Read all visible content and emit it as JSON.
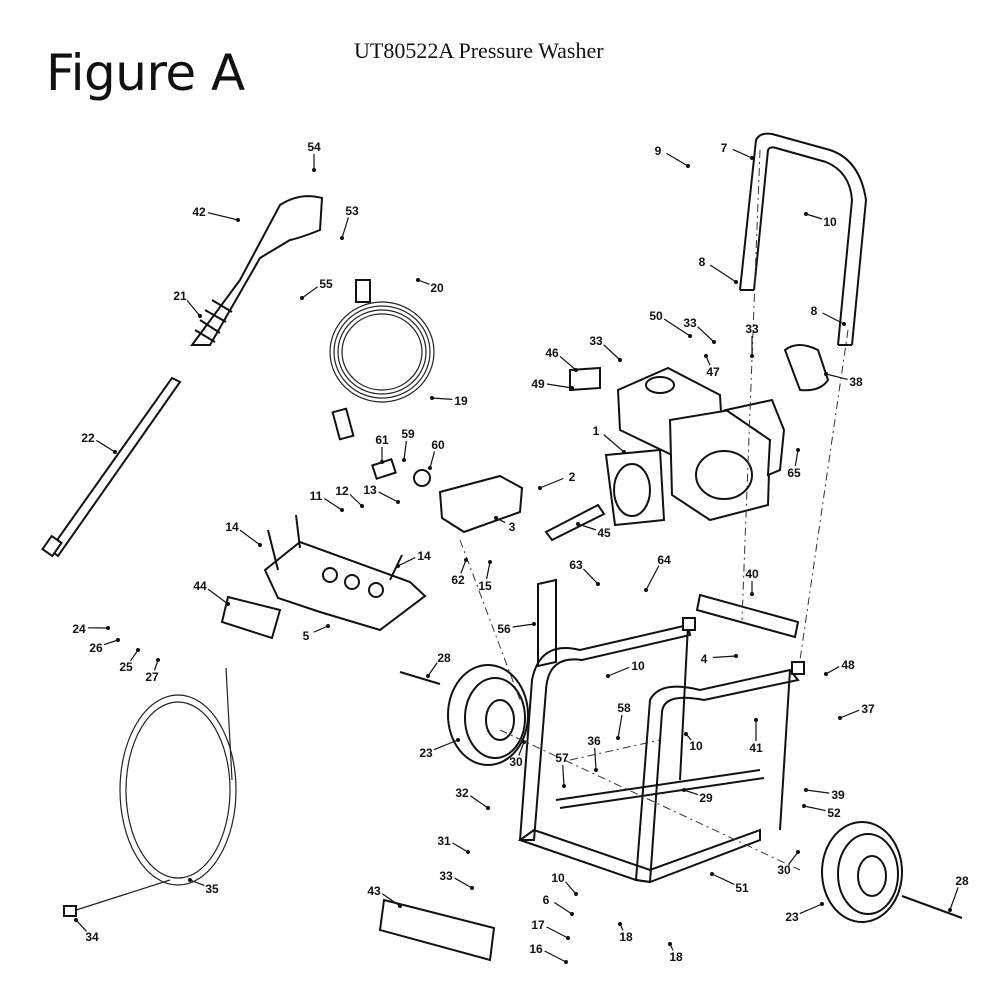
{
  "figure_label": "Figure A",
  "title": "UT80522A Pressure Washer",
  "callouts": [
    {
      "id": "c-54",
      "label": "54"
    },
    {
      "id": "c-42",
      "label": "42"
    },
    {
      "id": "c-53",
      "label": "53"
    },
    {
      "id": "c-20",
      "label": "20"
    },
    {
      "id": "c-21",
      "label": "21"
    },
    {
      "id": "c-55",
      "label": "55"
    },
    {
      "id": "c-19",
      "label": "19"
    },
    {
      "id": "c-22",
      "label": "22"
    },
    {
      "id": "c-61",
      "label": "61"
    },
    {
      "id": "c-59",
      "label": "59"
    },
    {
      "id": "c-60",
      "label": "60"
    },
    {
      "id": "c-11",
      "label": "11"
    },
    {
      "id": "c-12",
      "label": "12"
    },
    {
      "id": "c-13",
      "label": "13"
    },
    {
      "id": "c-3",
      "label": "3"
    },
    {
      "id": "c-14a",
      "label": "14"
    },
    {
      "id": "c-14b",
      "label": "14"
    },
    {
      "id": "c-62",
      "label": "62"
    },
    {
      "id": "c-15",
      "label": "15"
    },
    {
      "id": "c-44",
      "label": "44"
    },
    {
      "id": "c-5",
      "label": "5"
    },
    {
      "id": "c-24",
      "label": "24"
    },
    {
      "id": "c-26",
      "label": "26"
    },
    {
      "id": "c-25",
      "label": "25"
    },
    {
      "id": "c-27",
      "label": "27"
    },
    {
      "id": "c-35",
      "label": "35"
    },
    {
      "id": "c-34",
      "label": "34"
    },
    {
      "id": "c-9",
      "label": "9"
    },
    {
      "id": "c-7",
      "label": "7"
    },
    {
      "id": "c-10a",
      "label": "10"
    },
    {
      "id": "c-8a",
      "label": "8"
    },
    {
      "id": "c-8b",
      "label": "8"
    },
    {
      "id": "c-50",
      "label": "50"
    },
    {
      "id": "c-33a",
      "label": "33"
    },
    {
      "id": "c-33b",
      "label": "33"
    },
    {
      "id": "c-33c",
      "label": "33"
    },
    {
      "id": "c-46",
      "label": "46"
    },
    {
      "id": "c-47",
      "label": "47"
    },
    {
      "id": "c-38",
      "label": "38"
    },
    {
      "id": "c-49",
      "label": "49"
    },
    {
      "id": "c-1",
      "label": "1"
    },
    {
      "id": "c-65",
      "label": "65"
    },
    {
      "id": "c-2",
      "label": "2"
    },
    {
      "id": "c-45",
      "label": "45"
    },
    {
      "id": "c-63",
      "label": "63"
    },
    {
      "id": "c-64",
      "label": "64"
    },
    {
      "id": "c-40",
      "label": "40"
    },
    {
      "id": "c-56",
      "label": "56"
    },
    {
      "id": "c-28a",
      "label": "28"
    },
    {
      "id": "c-10b",
      "label": "10"
    },
    {
      "id": "c-4",
      "label": "4"
    },
    {
      "id": "c-48",
      "label": "48"
    },
    {
      "id": "c-37",
      "label": "37"
    },
    {
      "id": "c-58",
      "label": "58"
    },
    {
      "id": "c-36",
      "label": "36"
    },
    {
      "id": "c-10c",
      "label": "10"
    },
    {
      "id": "c-41",
      "label": "41"
    },
    {
      "id": "c-23a",
      "label": "23"
    },
    {
      "id": "c-30a",
      "label": "30"
    },
    {
      "id": "c-57",
      "label": "57"
    },
    {
      "id": "c-29",
      "label": "29"
    },
    {
      "id": "c-39",
      "label": "39"
    },
    {
      "id": "c-52",
      "label": "52"
    },
    {
      "id": "c-32",
      "label": "32"
    },
    {
      "id": "c-31",
      "label": "31"
    },
    {
      "id": "c-30b",
      "label": "30"
    },
    {
      "id": "c-51",
      "label": "51"
    },
    {
      "id": "c-33d",
      "label": "33"
    },
    {
      "id": "c-10d",
      "label": "10"
    },
    {
      "id": "c-28b",
      "label": "28"
    },
    {
      "id": "c-43",
      "label": "43"
    },
    {
      "id": "c-6",
      "label": "6"
    },
    {
      "id": "c-18a",
      "label": "18"
    },
    {
      "id": "c-23b",
      "label": "23"
    },
    {
      "id": "c-17",
      "label": "17"
    },
    {
      "id": "c-16",
      "label": "16"
    },
    {
      "id": "c-18b",
      "label": "18"
    }
  ]
}
